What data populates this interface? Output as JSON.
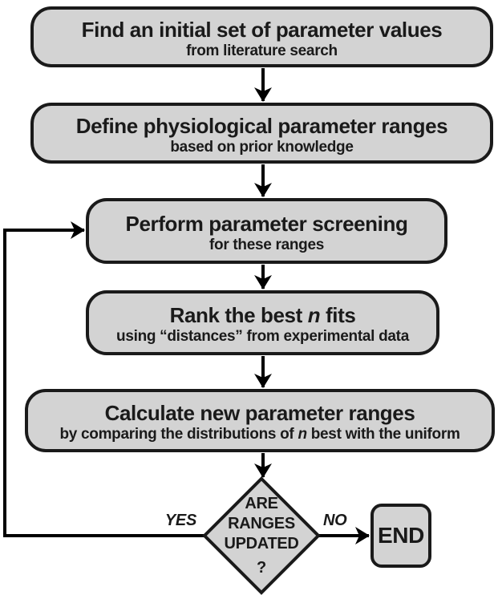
{
  "colors": {
    "node_fill": "#d3d3d3",
    "node_border": "#1a1a1a",
    "line": "#000000",
    "text": "#1a1a1a",
    "background": "#ffffff"
  },
  "flowchart": {
    "step1": {
      "title": "Find an initial set of parameter values",
      "subtitle": "from literature search"
    },
    "step2": {
      "title": "Define physiological parameter ranges",
      "subtitle": "based on prior knowledge"
    },
    "step3": {
      "title": "Perform parameter screening",
      "subtitle": "for these ranges"
    },
    "step4": {
      "title_pre": "Rank the best ",
      "title_var": "n",
      "title_post": " fits",
      "subtitle": "using “distances” from experimental data"
    },
    "step5": {
      "title": "Calculate new parameter ranges",
      "subtitle_pre": "by comparing the distributions of ",
      "subtitle_var": "n",
      "subtitle_post": " best with the uniform"
    },
    "decision": {
      "line1": "ARE",
      "line2": "RANGES",
      "line3": "UPDATED",
      "line4": "?"
    },
    "end_node": {
      "label": "END"
    },
    "edge_labels": {
      "yes": "YES",
      "no": "NO"
    }
  }
}
